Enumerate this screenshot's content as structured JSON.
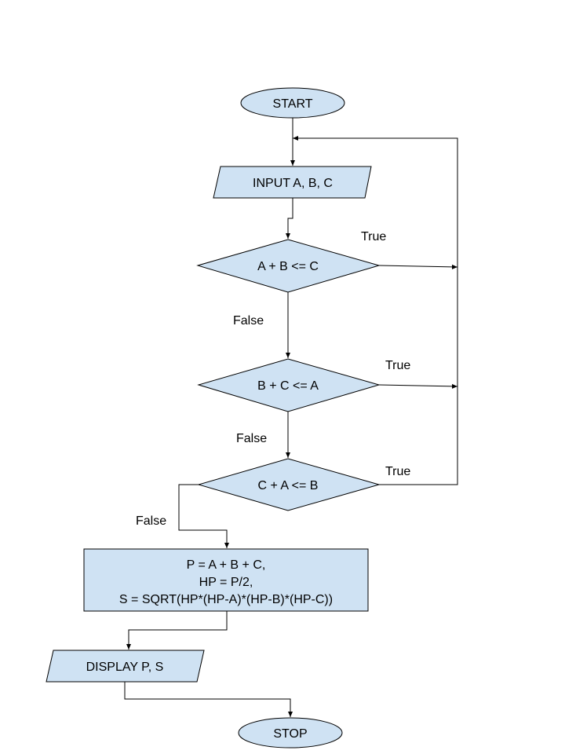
{
  "colors": {
    "node_fill": "#cfe2f3",
    "stroke": "#000000",
    "background": "#ffffff"
  },
  "nodes": {
    "start": "START",
    "input": "INPUT A, B, C",
    "cond1": "A + B <= C",
    "cond2": "B + C <= A",
    "cond3": "C + A <= B",
    "process": [
      "P = A + B + C,",
      "HP = P/2,",
      "S = SQRT(HP*(HP-A)*(HP-B)*(HP-C))"
    ],
    "display": "DISPLAY P, S",
    "stop": "STOP"
  },
  "labels": {
    "true1": "True",
    "true2": "True",
    "true3": "True",
    "false1": "False",
    "false2": "False",
    "false3": "False"
  }
}
